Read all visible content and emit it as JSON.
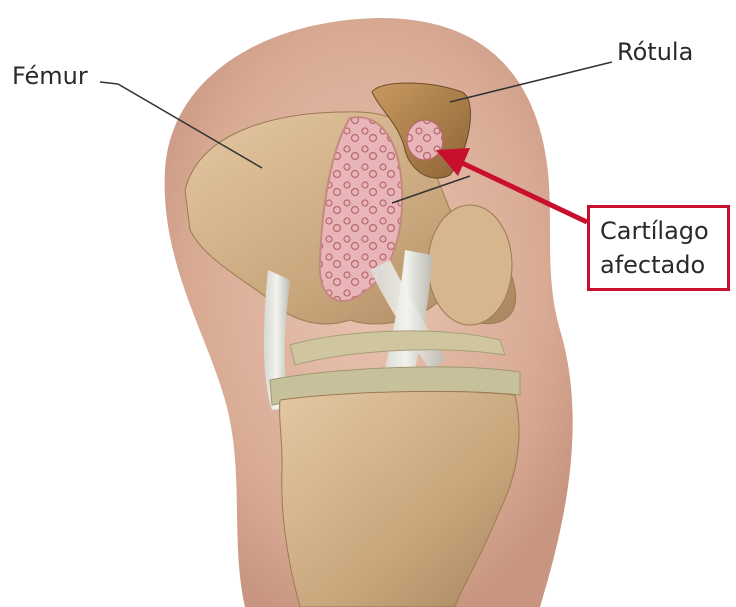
{
  "labels": {
    "femur": "Fémur",
    "rotula": "Rótula",
    "cartilage_line1": "Cartílago",
    "cartilage_line2": "afectado"
  },
  "colors": {
    "callout_accent": "#c8102e",
    "leader_line": "#333333",
    "text": "#2a2a2a"
  }
}
